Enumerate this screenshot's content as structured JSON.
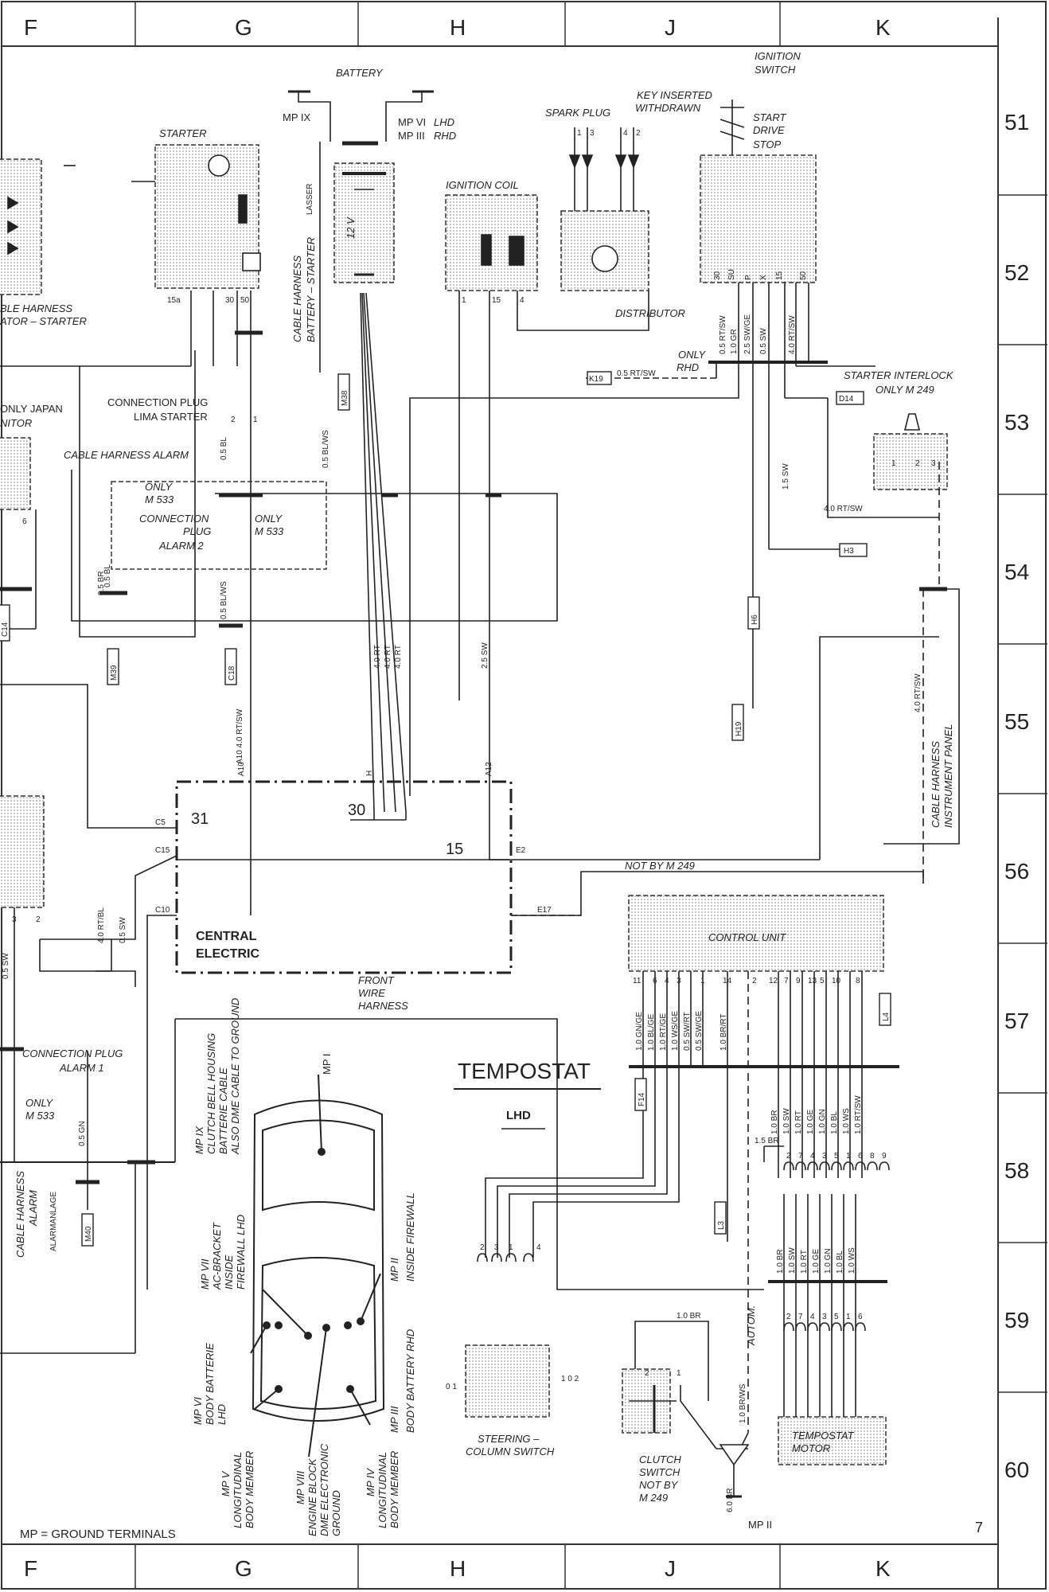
{
  "columns": [
    "F",
    "G",
    "H",
    "J",
    "K"
  ],
  "rows": [
    "51",
    "52",
    "53",
    "54",
    "55",
    "56",
    "57",
    "58",
    "59",
    "60"
  ],
  "page_number": "7",
  "footer_note": "MP = GROUND TERMINALS",
  "components": {
    "battery": "BATTERY",
    "battery_12v": "12 V",
    "starter": "STARTER",
    "ignition_coil": "IGNITION COIL",
    "spark_plug": "SPARK PLUG",
    "distributor": "DISTRIBUTOR",
    "ignition_switch_1": "IGNITION",
    "ignition_switch_2": "SWITCH",
    "key_inserted": "KEY INSERTED",
    "withdrawn": "WITHDRAWN",
    "start": "START",
    "drive": "DRIVE",
    "stop": "STOP",
    "starter_interlock": "STARTER INTERLOCK",
    "only_m249": "ONLY M 249",
    "central_electric_1": "CENTRAL",
    "central_electric_2": "ELECTRIC",
    "front_wire_1": "FRONT",
    "front_wire_2": "WIRE",
    "front_wire_3": "HARNESS",
    "control_unit": "CONTROL UNIT",
    "tempostat": "TEMPOSTAT",
    "lhd": "LHD",
    "steering_1": "STEERING –",
    "steering_2": "COLUMN SWITCH",
    "clutch_1": "CLUTCH",
    "clutch_2": "SWITCH",
    "clutch_3": "NOT BY",
    "clutch_4": "M 249",
    "tempostat_motor_1": "TEMPOSTAT",
    "tempostat_motor_2": "MOTOR",
    "conn_plug_lima_1": "CONNECTION PLUG",
    "conn_plug_lima_2": "LIMA STARTER",
    "harness_alarm": "CABLE HARNESS ALARM",
    "only_m533": "ONLY",
    "m533": "M 533",
    "conn_plug_alarm_1": "CONNECTION",
    "conn_plug_alarm_2": "PLUG",
    "conn_plug_alarm_3": "ALARM  2",
    "only_japan": "ONLY JAPAN",
    "nitor": "NITOR",
    "ble_harness": "BLE HARNESS",
    "ator_starter": "ATOR – STARTER",
    "harness_batt_starter_1": "CABLE HARNESS",
    "harness_batt_starter_2": "BATTERY – STARTER",
    "lasser": "LASSER",
    "only_rhd": "ONLY",
    "rhd": "RHD",
    "not_by_m249": "NOT BY  M 249",
    "harness_instr_1": "CABLE HARNESS",
    "harness_instr_2": "INSTRUMENT PANEL",
    "conn_plug_alarm1_1": "CONNECTION PLUG",
    "conn_plug_alarm1_2": "ALARM  1",
    "harness_alarm_left_1": "CABLE HARNESS",
    "harness_alarm_left_2": "ALARM",
    "alarmanlage": "ALARMANLAGE",
    "mp_ix": "MP IX",
    "mp_vi_lhd": "MP VI",
    "mp_iii_rhd": "MP III",
    "lhd_small": "LHD",
    "rhd_small": "RHD",
    "autom": "AUTOM.",
    "mp_ii_bottom": "MP II"
  },
  "ground_points": [
    "MP I",
    "MP IX",
    "CLUTCH BELL HOUSING",
    "BATTERIE CABLE",
    "ALSO DME CABLE TO GROUND",
    "MP VII",
    "AC-BRACKET",
    "INSIDE",
    "FIREWALL LHD",
    "MP II",
    "INSIDE FIREWALL",
    "MP VI",
    "BODY BATTERIE",
    "LHD",
    "MP III",
    "BODY BATTERY RHD",
    "MP V",
    "LONGITUDINAL",
    "BODY MEMBER",
    "MP VIII",
    "ENGINE BLOCK",
    "DME ELECTRONIC",
    "GROUND",
    "MP IV",
    "LONGITUDINAL",
    "BODY MEMBER"
  ],
  "terminals": {
    "t31": "31",
    "t30": "30",
    "t15": "15",
    "c5": "C5",
    "c15": "C15",
    "c10": "C10",
    "e2": "E2",
    "e17": "E17",
    "a10": "A10",
    "a12": "A12",
    "h": "H"
  },
  "connectors": [
    "K19",
    "D14",
    "H3",
    "H6",
    "H19",
    "M39",
    "C18",
    "C14",
    "M38",
    "M40",
    "F14",
    "L3",
    "L4"
  ],
  "wire_labels": [
    "0.5 RT/SW",
    "1.0 GR",
    "2.5 SW/GE",
    "0.5 SW",
    "4.0 RT/SW",
    "0.5 RT/SW",
    "1.5 SW",
    "4.0 RT/SW",
    "4.0 RT/SW",
    "0.5 BL/WS",
    "0.5 BL",
    "0.5 BL",
    "0.5 BL/WS",
    "4.0 RT",
    "4.0 RT",
    "4.0 RT",
    "2.5 SW",
    "A10 4.0 RT/SW",
    "4.0 RT/BL",
    "0.5 SW",
    "0.5 GN",
    "1.0 GN/GE",
    "1.0 BL/GE",
    "1.0 RT/GE",
    "1.0 WS/GE",
    "0.5 SW/RT",
    "0.5 SW/GE",
    "1.0 BR/RT",
    "1.0 BR",
    "1.0 SW",
    "1.0 RT",
    "1.0 GE",
    "1.0 GN",
    "1.0 BL",
    "1.0 WS",
    "1.0 RT/SW",
    "1.0 BR",
    "1.0 SW",
    "1.0 RT",
    "1.0 GE",
    "1.0 GN",
    "1.0 BL",
    "1.0 WS",
    "1.5 BR",
    "1.0 BR",
    "1.0 BR/WS",
    "6.0 BR",
    "0.5 BR",
    "0.5 SW"
  ],
  "pin_labels": {
    "ign_switch": [
      "30",
      "SU",
      "P",
      "X",
      "15",
      "50"
    ],
    "coil": [
      "1",
      "15",
      "4"
    ],
    "starter": [
      "15a",
      "30",
      "50"
    ],
    "spark": [
      "1",
      "3",
      "4",
      "2"
    ],
    "control_unit": [
      "11",
      "6",
      "4",
      "3",
      "1",
      "14",
      "2",
      "12",
      "7",
      "9",
      "13",
      "5",
      "10",
      "8"
    ],
    "plug_upper": [
      "2",
      "7",
      "4",
      "3",
      "5",
      "1",
      "6",
      "8",
      "9"
    ],
    "plug_lower": [
      "2",
      "7",
      "4",
      "3",
      "5",
      "1",
      "6"
    ],
    "steering": [
      "2",
      "3",
      "1",
      "4"
    ],
    "steering_contacts": [
      "0 1",
      "1 0 2"
    ],
    "clutch": [
      "2",
      "1"
    ],
    "relay_small": [
      "1",
      "2",
      "3"
    ],
    "side_pins": [
      "3",
      "2",
      "6"
    ],
    "lima_plug": [
      "2",
      "1"
    ]
  },
  "colors": {
    "line": "#222222",
    "shade": "#d8d8d8",
    "frame": "#333333"
  }
}
